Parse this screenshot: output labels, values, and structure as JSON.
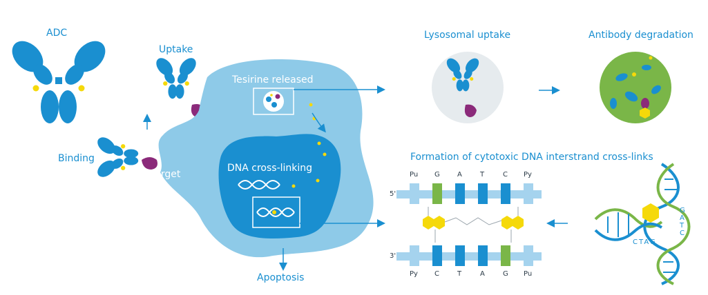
{
  "colors": {
    "blue_dark": "#0d7fc1",
    "blue_light": "#8ecae8",
    "purple": "#8b2a7a",
    "yellow": "#f5d90a",
    "green": "#7ab648",
    "grey_circle": "#e6ebee"
  },
  "labels": {
    "adc": "ADC",
    "uptake": "Uptake",
    "binding": "Binding",
    "target": "Target",
    "tesirine_released": "Tesirine released",
    "dna_cross_linking": "DNA cross-linking",
    "apoptosis": "Apoptosis",
    "lysosomal_uptake": "Lysosomal uptake",
    "antibody_degradation": "Antibody degradation",
    "crosslinks_title": "Formation of cytotoxic DNA interstrand cross-links"
  },
  "dna_panel": {
    "strand5_label": "5'",
    "strand3_label": "3'",
    "top_bases": [
      "Pu",
      "G",
      "A",
      "T",
      "C",
      "Py"
    ],
    "bottom_bases": [
      "Py",
      "C",
      "T",
      "A",
      "G",
      "Pu"
    ],
    "helix_left": "CTAG",
    "helix_right": "GATC"
  }
}
